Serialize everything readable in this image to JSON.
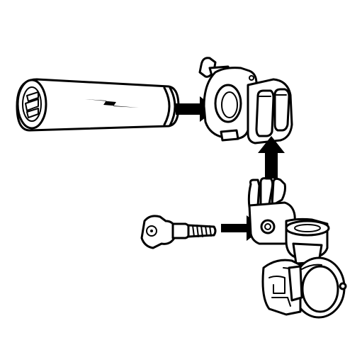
{
  "diagram": {
    "kind": "assembly-illustration",
    "colors": {
      "line": "#000000",
      "fill": "#ffffff",
      "arrow": "#000000"
    },
    "parts": [
      {
        "id": "battery-pack",
        "icon": "lightning-bolt-icon"
      },
      {
        "id": "quick-release-clamp",
        "icon": "clamp-icon"
      },
      {
        "id": "thumb-screw",
        "icon": "screw-icon"
      },
      {
        "id": "handlebar-mount",
        "icon": "handlebar-clamp-icon"
      }
    ],
    "arrows": [
      {
        "from": "battery-pack",
        "to": "quick-release-clamp",
        "direction": "right"
      },
      {
        "from": "handlebar-mount",
        "to": "quick-release-clamp",
        "direction": "up"
      },
      {
        "from": "thumb-screw",
        "to": "handlebar-mount",
        "direction": "right"
      }
    ]
  }
}
